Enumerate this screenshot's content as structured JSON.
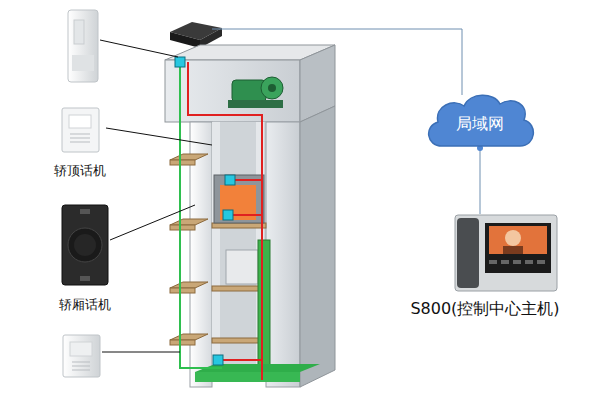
{
  "diagram": {
    "nodes": [
      {
        "text": [
          "轿顶话机"
        ]
      },
      {
        "text": [
          "轿厢话机"
        ]
      },
      {
        "text": [
          "局域网"
        ]
      },
      {
        "text": [
          "S800(控制中心主机)"
        ]
      }
    ],
    "edges": [
      {
        "from": 2,
        "to": 3,
        "arrow": "none"
      }
    ]
  }
}
